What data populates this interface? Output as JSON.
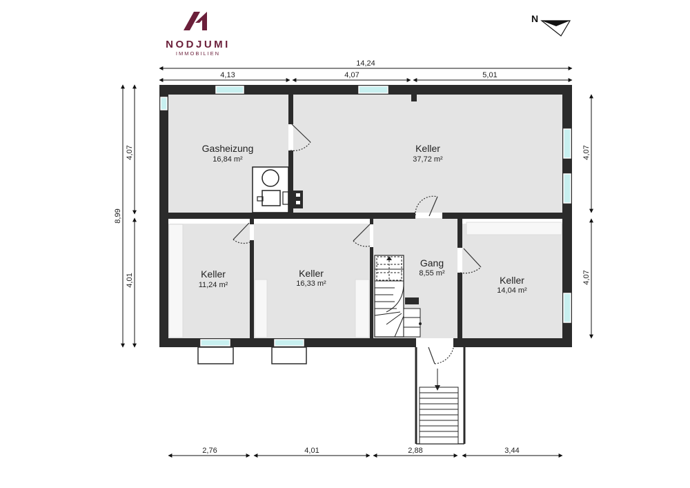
{
  "brand": {
    "name": "NODJUMI",
    "subtitle": "IMMOBILIEN",
    "color": "#6b1f3a"
  },
  "compass": {
    "label": "N"
  },
  "rooms": [
    {
      "id": "gasheizung",
      "name": "Gasheizung",
      "area": "16,84 m²"
    },
    {
      "id": "keller-main",
      "name": "Keller",
      "area": "37,72 m²"
    },
    {
      "id": "keller-left",
      "name": "Keller",
      "area": "11,24 m²"
    },
    {
      "id": "keller-center",
      "name": "Keller",
      "area": "16,33 m²"
    },
    {
      "id": "gang",
      "name": "Gang",
      "area": "8,55 m²"
    },
    {
      "id": "keller-right",
      "name": "Keller",
      "area": "14,04 m²"
    }
  ],
  "dimensions": {
    "top_total": "14,24",
    "top_segments": [
      "4,13",
      "4,07",
      "5,01"
    ],
    "bottom_segments": [
      "2,76",
      "4,01",
      "2,88",
      "3,44"
    ],
    "left_total": "8,99",
    "left_segments": [
      "4,07",
      "4,01"
    ],
    "right_segments": [
      "4,07",
      "4,07"
    ]
  },
  "colors": {
    "wall": "#2b2b2b",
    "floor": "#e4e4e4",
    "window": "#c8f0f0",
    "dim_line": "#111111"
  }
}
